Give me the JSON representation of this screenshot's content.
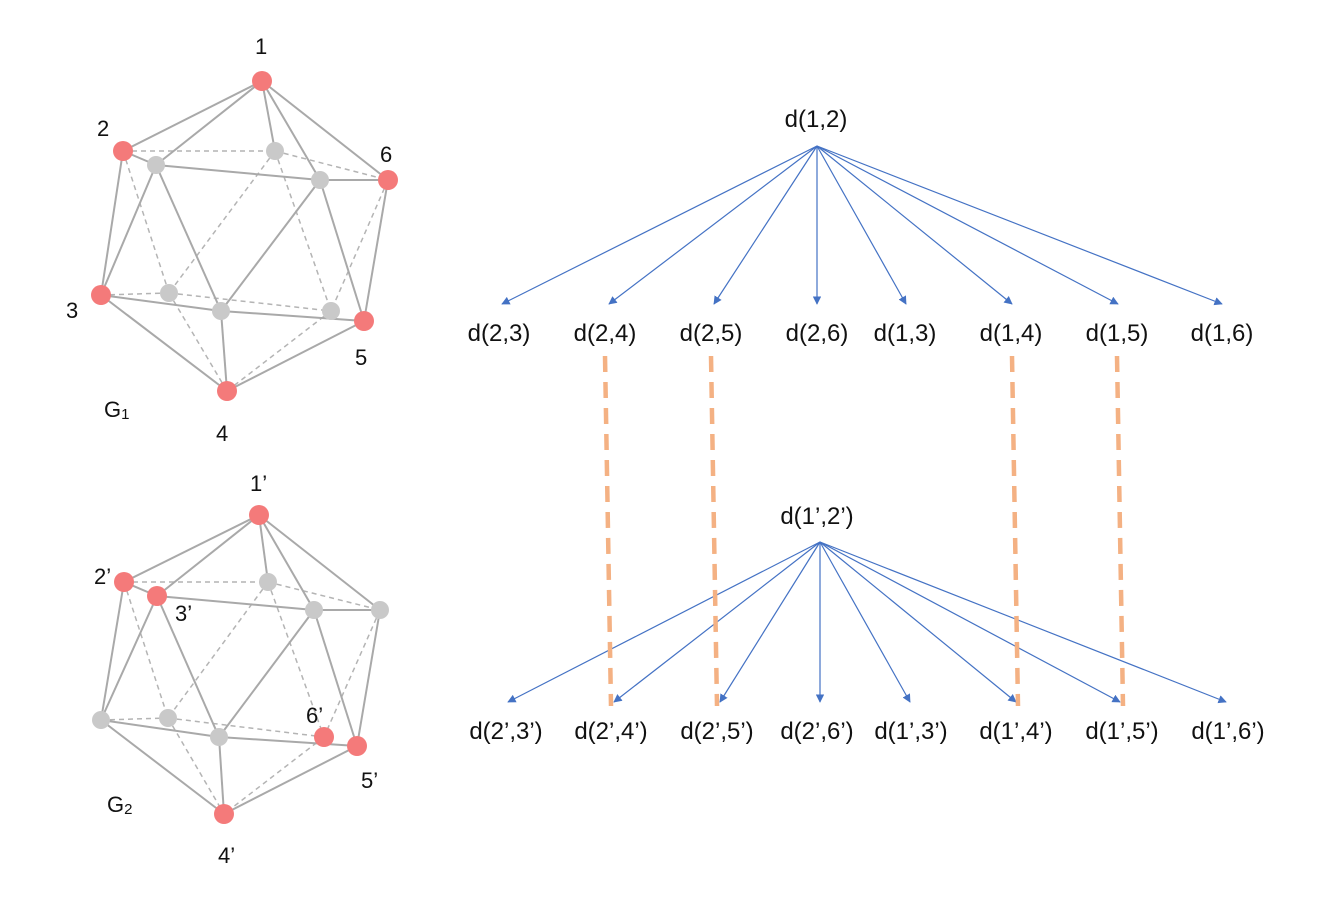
{
  "colors": {
    "solid_edge": "#a9a9a9",
    "dashed_edge": "#b4b4b4",
    "highlight_node": "#f47a7a",
    "plain_node": "#c9c9c9",
    "arrow": "#4472c4",
    "match_line": "#f4b183"
  },
  "graphs": [
    {
      "name": "G",
      "subscript": "1",
      "vertex_labels": [
        "1",
        "2",
        "3",
        "4",
        "5",
        "6"
      ]
    },
    {
      "name": "G",
      "subscript": "2",
      "vertex_labels": [
        "1’",
        "2’",
        "3’",
        "4’",
        "5’",
        "6’"
      ]
    }
  ],
  "trees": [
    {
      "root": "d(1,2)",
      "children": [
        "d(2,3)",
        "d(2,4)",
        "d(2,5)",
        "d(2,6)",
        "d(1,3)",
        "d(1,4)",
        "d(1,5)",
        "d(1,6)"
      ]
    },
    {
      "root": "d(1’,2’)",
      "children": [
        "d(2’,3’)",
        "d(2’,4’)",
        "d(2’,5’)",
        "d(2’,6’)",
        "d(1’,3’)",
        "d(1’,4’)",
        "d(1’,5’)",
        "d(1’,6’)"
      ]
    }
  ],
  "matches": [
    {
      "top": "d(2,4)",
      "bottom": "d(2’,4’)"
    },
    {
      "top": "d(2,5)",
      "bottom": "d(2’,5’)"
    },
    {
      "top": "d(1,4)",
      "bottom": "d(1’,4’)"
    },
    {
      "top": "d(1,5)",
      "bottom": "d(1’,5’)"
    }
  ]
}
